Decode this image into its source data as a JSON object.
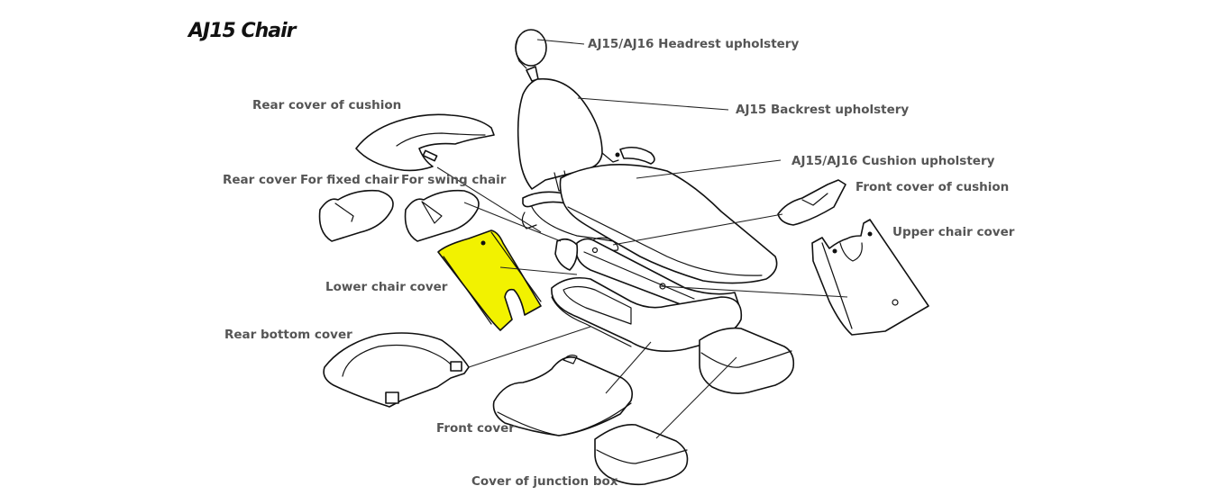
{
  "title": "AJ15 Chair",
  "highlight_color": "#f2f200",
  "labels": {
    "headrest": "AJ15/AJ16 Headrest upholstery",
    "backrest": "AJ15 Backrest upholstery",
    "cushion_upholstery": "AJ15/AJ16 Cushion upholstery",
    "front_cover_of_cushion": "Front cover of cushion",
    "upper_chair_cover": "Upper chair cover",
    "rear_cover_of_cushion": "Rear cover of cushion",
    "rear_cover": "Rear cover",
    "for_fixed_chair": "For fixed chair",
    "for_swing_chair": "For swing chair",
    "lower_chair_cover": "Lower chair cover",
    "rear_bottom_cover": "Rear bottom cover",
    "front_cover": "Front cover",
    "cover_of_junction_box": "Cover of junction box"
  },
  "highlighted_part": "Lower chair cover"
}
